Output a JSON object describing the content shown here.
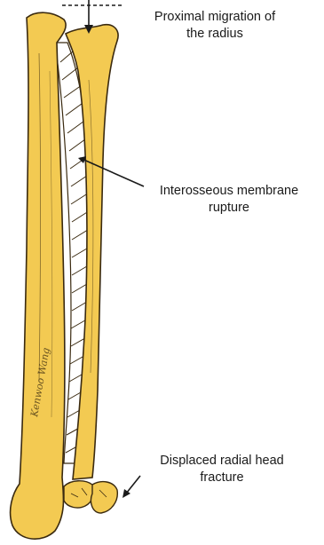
{
  "colors": {
    "bone_fill": "#F3CA52",
    "bone_outline": "#3a2a10",
    "membrane_fill": "#ffffff",
    "text": "#1a1a1a"
  },
  "labels": {
    "proximal_migration": [
      "Proximal migration of",
      "the radius"
    ],
    "interosseous_membrane": [
      "Interosseous membrane",
      "rupture"
    ],
    "radial_head_fracture": [
      "Displaced radial head",
      "fracture"
    ]
  },
  "signature": "Kenwoo Wang"
}
